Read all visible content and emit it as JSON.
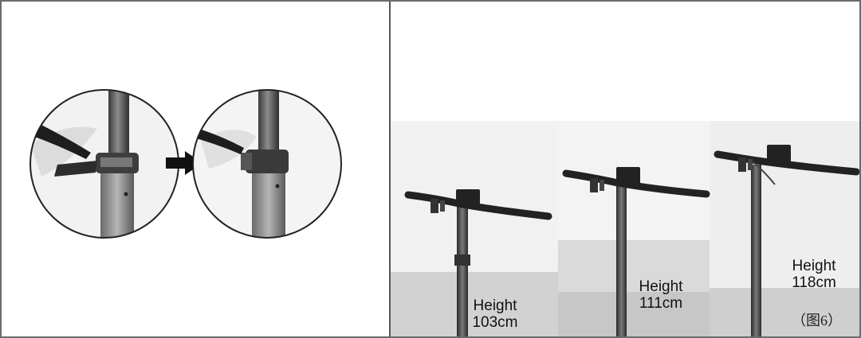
{
  "heights": [
    {
      "word": "Height",
      "value": "103cm"
    },
    {
      "word": "Height",
      "value": "111cm"
    },
    {
      "word": "Height",
      "value": "118cm"
    }
  ],
  "figure_label": "（图6）",
  "icons": {
    "arrow": "right-arrow-icon"
  }
}
